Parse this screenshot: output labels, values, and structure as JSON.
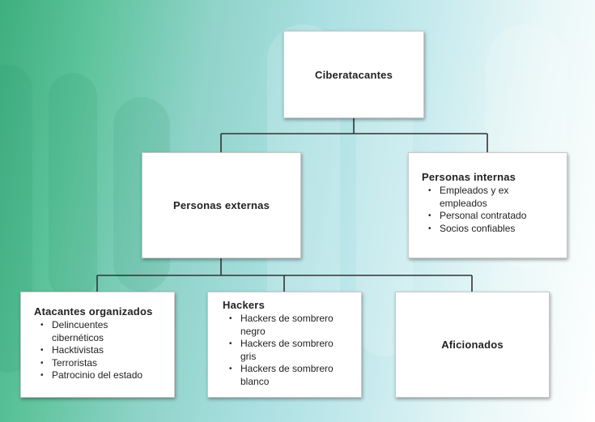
{
  "root": {
    "title": "Ciberatacantes"
  },
  "externas": {
    "title": "Personas externas"
  },
  "internas": {
    "title": "Personas internas",
    "items": [
      "Empleados y ex empleados",
      "Personal contratado",
      "Socios confiables"
    ]
  },
  "organizados": {
    "title": "Atacantes organizados",
    "items": [
      "Delincuentes cibernéticos",
      "Hacktivistas",
      "Terroristas",
      "Patrocinio del estado"
    ]
  },
  "hackers": {
    "title": "Hackers",
    "items": [
      "Hackers de sombrero negro",
      "Hackers de sombrero gris",
      "Hackers de sombrero blanco"
    ]
  },
  "aficionados": {
    "title": "Aficionados"
  },
  "colors": {
    "line": "#333333",
    "box_bg": "#ffffff"
  }
}
